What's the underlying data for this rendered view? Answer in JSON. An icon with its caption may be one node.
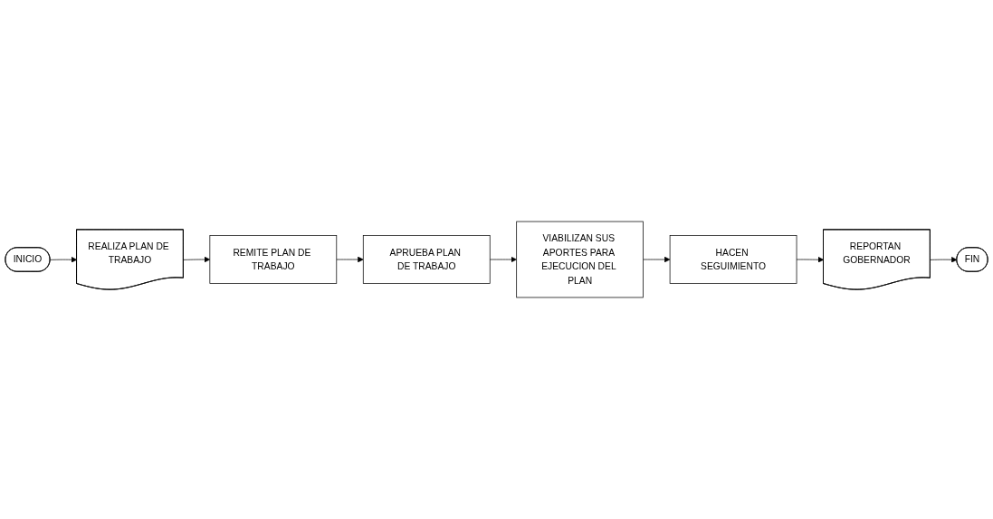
{
  "diagram": {
    "nodes": [
      {
        "text": [
          "INICIO"
        ]
      },
      {
        "text": [
          "REALIZA PLAN DE TRABAJO"
        ]
      },
      {
        "text": [
          "REMITE PLAN DE TRABAJO"
        ]
      },
      {
        "text": [
          "APRUEBA PLAN DE TRABAJO"
        ]
      },
      {
        "text": [
          "VIABILIZAN SUS APORTES PARA EJECUCION DEL PLAN"
        ]
      },
      {
        "text": [
          "HACEN SEGUIMIENTO"
        ]
      },
      {
        "text": [
          "REPORTAN GOBERNADOR"
        ]
      },
      {
        "text": [
          "FIN"
        ]
      }
    ],
    "edges": [
      {
        "from": 0,
        "to": 1,
        "arrow": "to"
      },
      {
        "from": 1,
        "to": 2,
        "arrow": "to"
      },
      {
        "from": 2,
        "to": 3,
        "arrow": "to"
      },
      {
        "from": 3,
        "to": 4,
        "arrow": "to"
      },
      {
        "from": 4,
        "to": 5,
        "arrow": "to"
      },
      {
        "from": 5,
        "to": 6,
        "arrow": "to"
      },
      {
        "from": 6,
        "to": 7,
        "arrow": "to"
      }
    ]
  }
}
